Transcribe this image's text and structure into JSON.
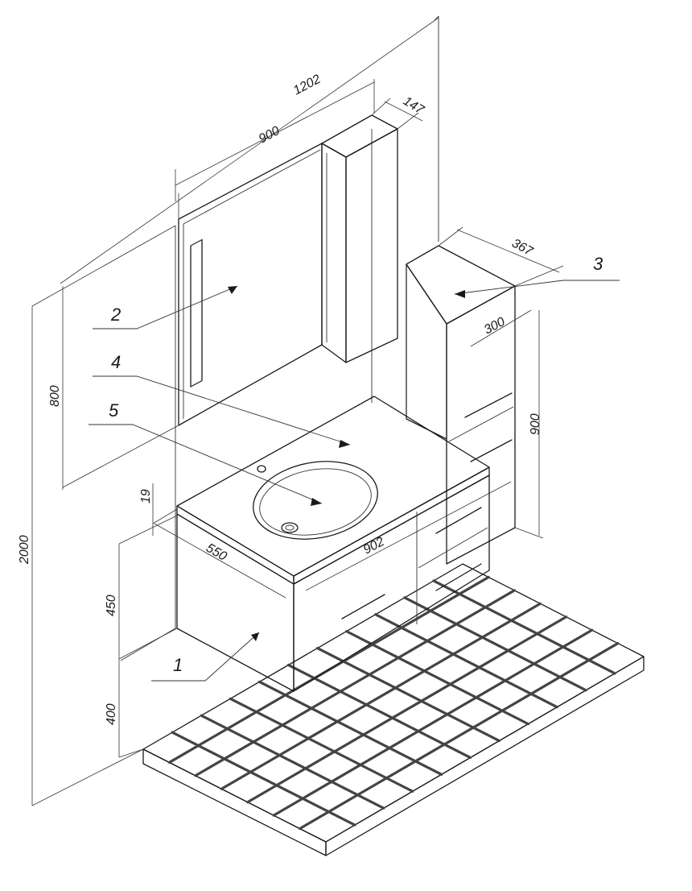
{
  "dimensions": {
    "mirror_total_width": "1202",
    "mirror_width": "900",
    "mirror_depth": "147",
    "pencil_depth": "367",
    "pencil_width": "300",
    "pencil_height": "900",
    "mirror_height": "800",
    "total_height": "2000",
    "top_thickness": "19",
    "vanity_depth": "550",
    "vanity_width": "902",
    "vanity_height": "450",
    "floor_clearance": "400"
  },
  "callouts": [
    {
      "label": "1"
    },
    {
      "label": "2"
    },
    {
      "label": "3"
    },
    {
      "label": "4"
    },
    {
      "label": "5"
    }
  ]
}
